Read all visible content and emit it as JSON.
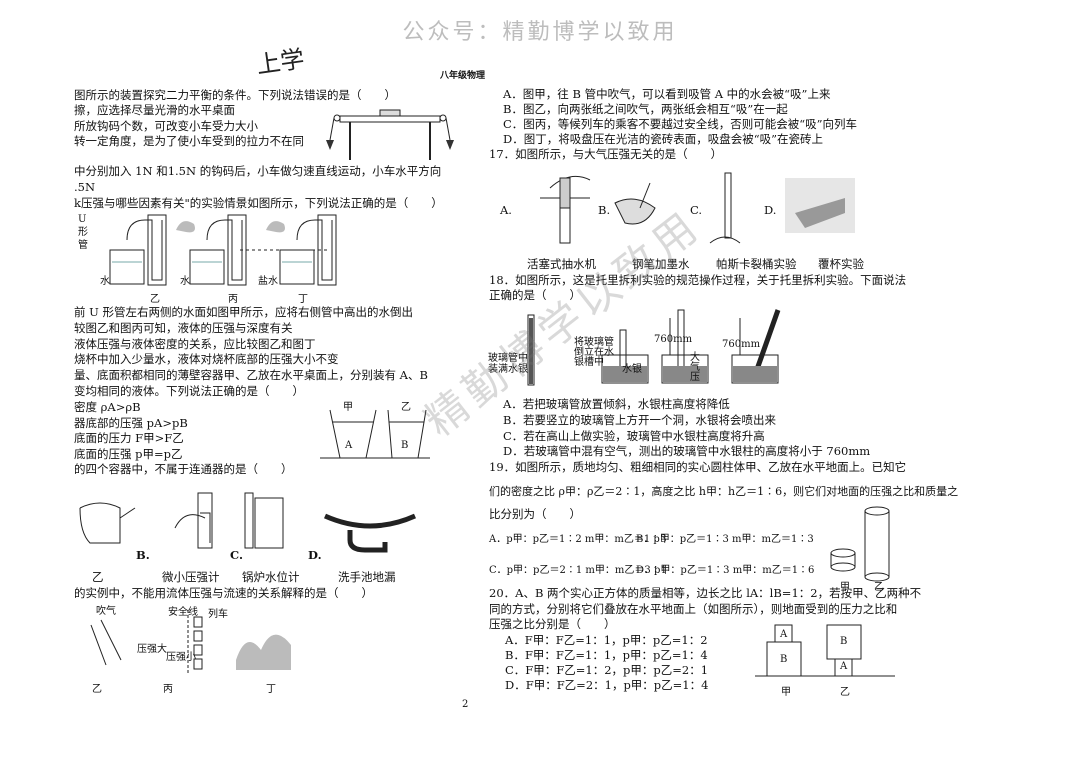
{
  "watermark_top": "公众号：精勤博学以致用",
  "watermark_diag": "精勤博学以致用",
  "handwritten_top": "上学",
  "header_right": "八年级物理",
  "page_number": "2",
  "left": {
    "q_lines": [
      "图所示的装置探究二力平衡的条件。下列说法错误的是（　　）",
      "擦，应选择尽量光滑的水平桌面",
      "所放钩码个数，可改变小车受力大小",
      "转一定角度，是为了使小车受到的拉力不在同",
      "中分别加入 1N 和1.5N 的钩码后，小车做匀速直线运动，小车水平方向",
      ".5N",
      "k压强与哪些因素有关\"的实验情景如图所示，下列说法正确的是（　　）"
    ],
    "u_label": [
      "U",
      "形",
      "管"
    ],
    "fig_labels_a": [
      "水",
      "水",
      "盐水",
      "乙",
      "丙",
      "丁"
    ],
    "q_lines2": [
      "前 U 形管左右两侧的水面如图甲所示，应将右侧管中高出的水倒出",
      "较图乙和图丙可知，液体的压强与深度有关",
      "液体压强与液体密度的关系，应比较图乙和图丁",
      "烧杯中加入少量水，液体对烧杯底部的压强大小不变",
      "量、底面积都相同的薄壁容器甲、乙放在水平桌面上，分别装有 A、B",
      "变均相同的液体。下列说法正确的是（　　）",
      "密度 ρA>ρB",
      "器底部的压强 pA>pB",
      "底面的压力 F甲>F乙",
      "底面的压强 p甲=p乙",
      "的四个容器中，不属于连通器的是（　　）"
    ],
    "container_labels": [
      "甲",
      "乙",
      "A",
      "B"
    ],
    "opt_letters": [
      "B.",
      "C.",
      "D."
    ],
    "device_labels": [
      "微小压强计",
      "锅炉水位计",
      "洗手池地漏"
    ],
    "partial_z": "乙",
    "q_last": "的实例中，不能用流体压强与流速的关系解释的是（　　）",
    "bottom_labels": [
      "吹气",
      "安全线",
      "列车",
      "压强大",
      "压强小",
      "乙",
      "丙",
      "丁"
    ]
  },
  "right": {
    "q16_opts": [
      "A．图甲，往 B 管中吹气，可以看到吸管 A 中的水会被“吸”上来",
      "B．图乙，向两张纸之间吹气，两张纸会相互“吸”在一起",
      "C．图丙，等候列车的乘客不要越过安全线，否则可能会被“吸”向列车",
      "D．图丁，将吸盘压在光洁的瓷砖表面，吸盘会被“吸”在瓷砖上"
    ],
    "q17": "17．如图所示，与大气压强无关的是（　　）",
    "q17_letters": [
      "A.",
      "B.",
      "C.",
      "D."
    ],
    "q17_captions": [
      "活塞式抽水机",
      "钢笔加墨水",
      "帕斯卡裂桶实验",
      "覆杯实验"
    ],
    "q18": [
      "18．如图所示，这是托里拆利实验的规范操作过程，关于托里拆利实验。下面说法",
      "正确的是（　　）"
    ],
    "q18_fig_labels": [
      "玻璃管中",
      "装满水银",
      "将玻璃管",
      "倒立在水",
      "银槽中",
      "水银",
      "760mm",
      "大",
      "气",
      "压",
      "760mm"
    ],
    "q18_opts": [
      "A．若把玻璃管放置倾斜，水银柱高度将降低",
      "B．若要竖立的玻璃管上方开一个洞，水银将会喷出来",
      "C．若在高山上做实验，玻璃管中水银柱高度将升高",
      "D．若玻璃管中混有空气，测出的玻璃管中水银柱的高度将小于 760mm"
    ],
    "q19": [
      "19．如图所示，质地均匀、粗细相同的实心圆柱体甲、乙放在水平地面上。已知它",
      "们的密度之比 ρ甲：ρ乙＝2∶1，高度之比 h甲：h乙＝1∶6，则它们对地面的压强之比和质量之",
      "比分别为（　　）"
    ],
    "q19_opts": [
      "A．p甲：p乙＝1∶2  m甲：m乙＝1∶3",
      "B．p甲：p乙＝1∶3  m甲：m乙＝1∶3",
      "C．p甲：p乙＝2∶1  m甲：m乙＝3∶1",
      "D．p甲：p乙＝1∶3  m甲：m乙＝1∶6"
    ],
    "q19_fig": [
      "甲",
      "乙"
    ],
    "q20": [
      "20．A、B 两个实心正方体的质量相等，边长之比 lA：lB=1：2，若按甲、乙两种不",
      "同的方式，分别将它们叠放在水平地面上（如图所示），则地面受到的压力之比和",
      "压强之比分别是（　　）"
    ],
    "q20_opts": [
      "A．F甲：F乙=1：1，p甲：p乙=1：2",
      "B．F甲：F乙=1：1，p甲：p乙=1：4",
      "C．F甲：F乙=1：2，p甲：p乙=2：1",
      "D．F甲：F乙=2：1，p甲：p乙=1：4"
    ],
    "q20_fig": [
      "A",
      "B",
      "B",
      "A",
      "甲",
      "乙"
    ]
  }
}
